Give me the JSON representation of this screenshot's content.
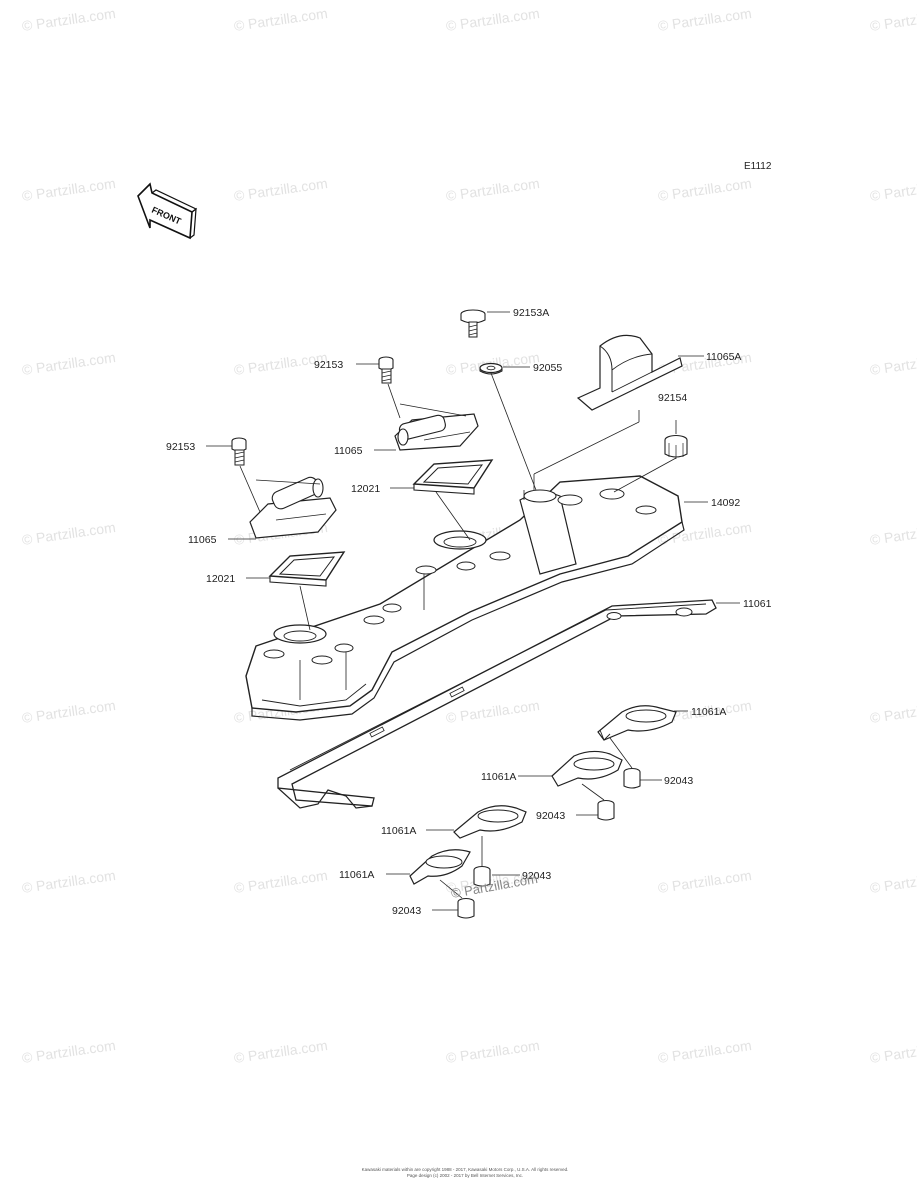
{
  "diagram": {
    "id": "E1112",
    "front_label": "FRONT",
    "watermark": "© Partzilla.com",
    "footer_line1": "Kawasaki materials within are copyright 1988 - 2017, Kawasaki Motors Corp., U.S.A. All rights reserved.",
    "footer_line2": "Page design (c) 2002 - 2017 by Bell Internet Services, Inc."
  },
  "parts": [
    {
      "number": "92153A"
    },
    {
      "number": "92153"
    },
    {
      "number": "92055"
    },
    {
      "number": "11065A"
    },
    {
      "number": "92154"
    },
    {
      "number": "92153"
    },
    {
      "number": "11065"
    },
    {
      "number": "12021"
    },
    {
      "number": "14092"
    },
    {
      "number": "11065"
    },
    {
      "number": "12021"
    },
    {
      "number": "11061"
    },
    {
      "number": "11061A"
    },
    {
      "number": "11061A"
    },
    {
      "number": "92043"
    },
    {
      "number": "92043"
    },
    {
      "number": "11061A"
    },
    {
      "number": "92043"
    },
    {
      "number": "11061A"
    },
    {
      "number": "92043"
    }
  ]
}
